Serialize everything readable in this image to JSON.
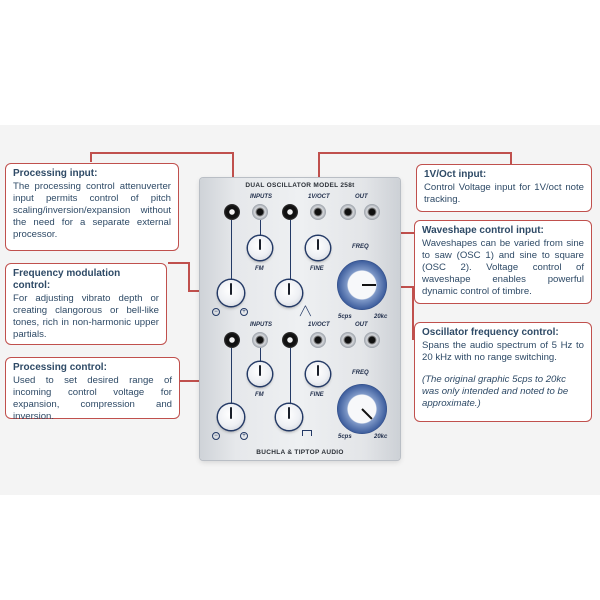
{
  "module": {
    "title": "DUAL OSCILLATOR MODEL 258t",
    "footer": "BUCHLA & TIPTOP AUDIO",
    "labels": {
      "inputs": "INPUTS",
      "voct": "1V/OCT",
      "out": "OUT",
      "fm": "FM",
      "fine": "FINE",
      "freq": "FREQ",
      "low": "5cps",
      "high": "20kc",
      "minus": "−",
      "plus": "+"
    }
  },
  "callouts": {
    "processing_input": {
      "title": "Processing input:",
      "body": "The processing control attenuverter input permits control of pitch scaling/inversion/expansion without the need for a separate external processor."
    },
    "frequency_modulation": {
      "title": "Frequency modulation control:",
      "body": "For adjusting vibrato depth or creating clangorous or bell-like tones, rich in non-harmonic upper partials."
    },
    "processing_control": {
      "title": "Processing control:",
      "body": "Used to set desired range of incoming control voltage for expansion, compression and inversion."
    },
    "voct_input": {
      "title": "1V/Oct input:",
      "body": "Control Voltage input for 1V/oct note tracking."
    },
    "waveshape": {
      "title": "Waveshape control input:",
      "body": "Waveshapes can be varied from sine to saw (OSC 1) and sine to square (OSC 2). Voltage control of waveshape enables powerful dynamic control of timbre."
    },
    "osc_frequency": {
      "title": "Oscillator frequency control:",
      "body": "Spans the audio spectrum of 5 Hz to 20 kHz with no range switching.",
      "note": "(The original graphic 5cps to 20kc was only intended and noted to be approximate.)"
    }
  },
  "colors": {
    "accent": "#c0504d",
    "text": "#2e4a66",
    "knob_ring": "#243a66",
    "freq_blue": "#3f5f9e"
  }
}
